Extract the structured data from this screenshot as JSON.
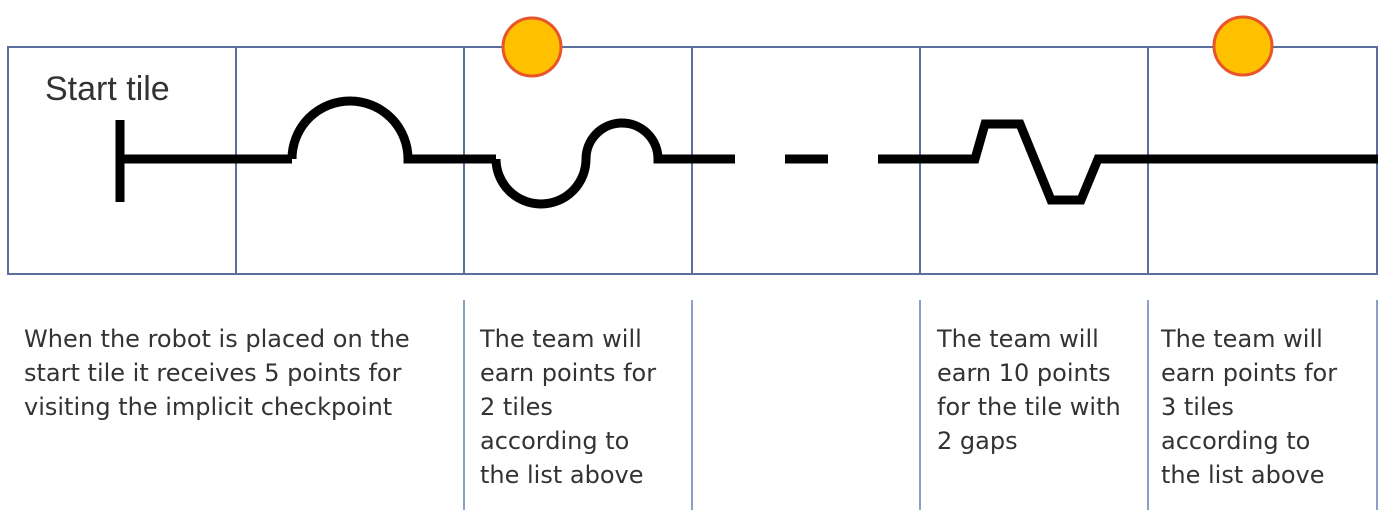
{
  "diagram": {
    "start_label": "Start tile",
    "colors": {
      "tile_border": "#5b6f9e",
      "line": "#000000",
      "checkpoint_fill": "#ffc000",
      "checkpoint_stroke": "#e8552a",
      "text": "#333333"
    },
    "tiles": [
      {
        "name": "start",
        "feature": "start-bar"
      },
      {
        "name": "bump",
        "feature": "semicircle-up"
      },
      {
        "name": "wave",
        "feature": "semicircle-down-then-up",
        "checkpoint": true
      },
      {
        "name": "gaps",
        "feature": "dashed-line"
      },
      {
        "name": "zigzag",
        "feature": "trapezoid"
      },
      {
        "name": "straight",
        "feature": "straight-line",
        "checkpoint": true
      }
    ],
    "notes": [
      {
        "lines": [
          "When the robot is placed on the",
          "start tile it receives 5 points for",
          "visiting the implicit checkpoint"
        ]
      },
      {
        "lines": [
          "The team will",
          "earn points for",
          "2 tiles",
          "according to",
          "the list above"
        ]
      },
      {
        "lines": [
          "The team will",
          "earn 10 points",
          "for the tile with",
          "2 gaps"
        ]
      },
      {
        "lines": [
          "The team will",
          "earn points for",
          "3 tiles",
          "according to",
          "the list above"
        ]
      }
    ]
  }
}
